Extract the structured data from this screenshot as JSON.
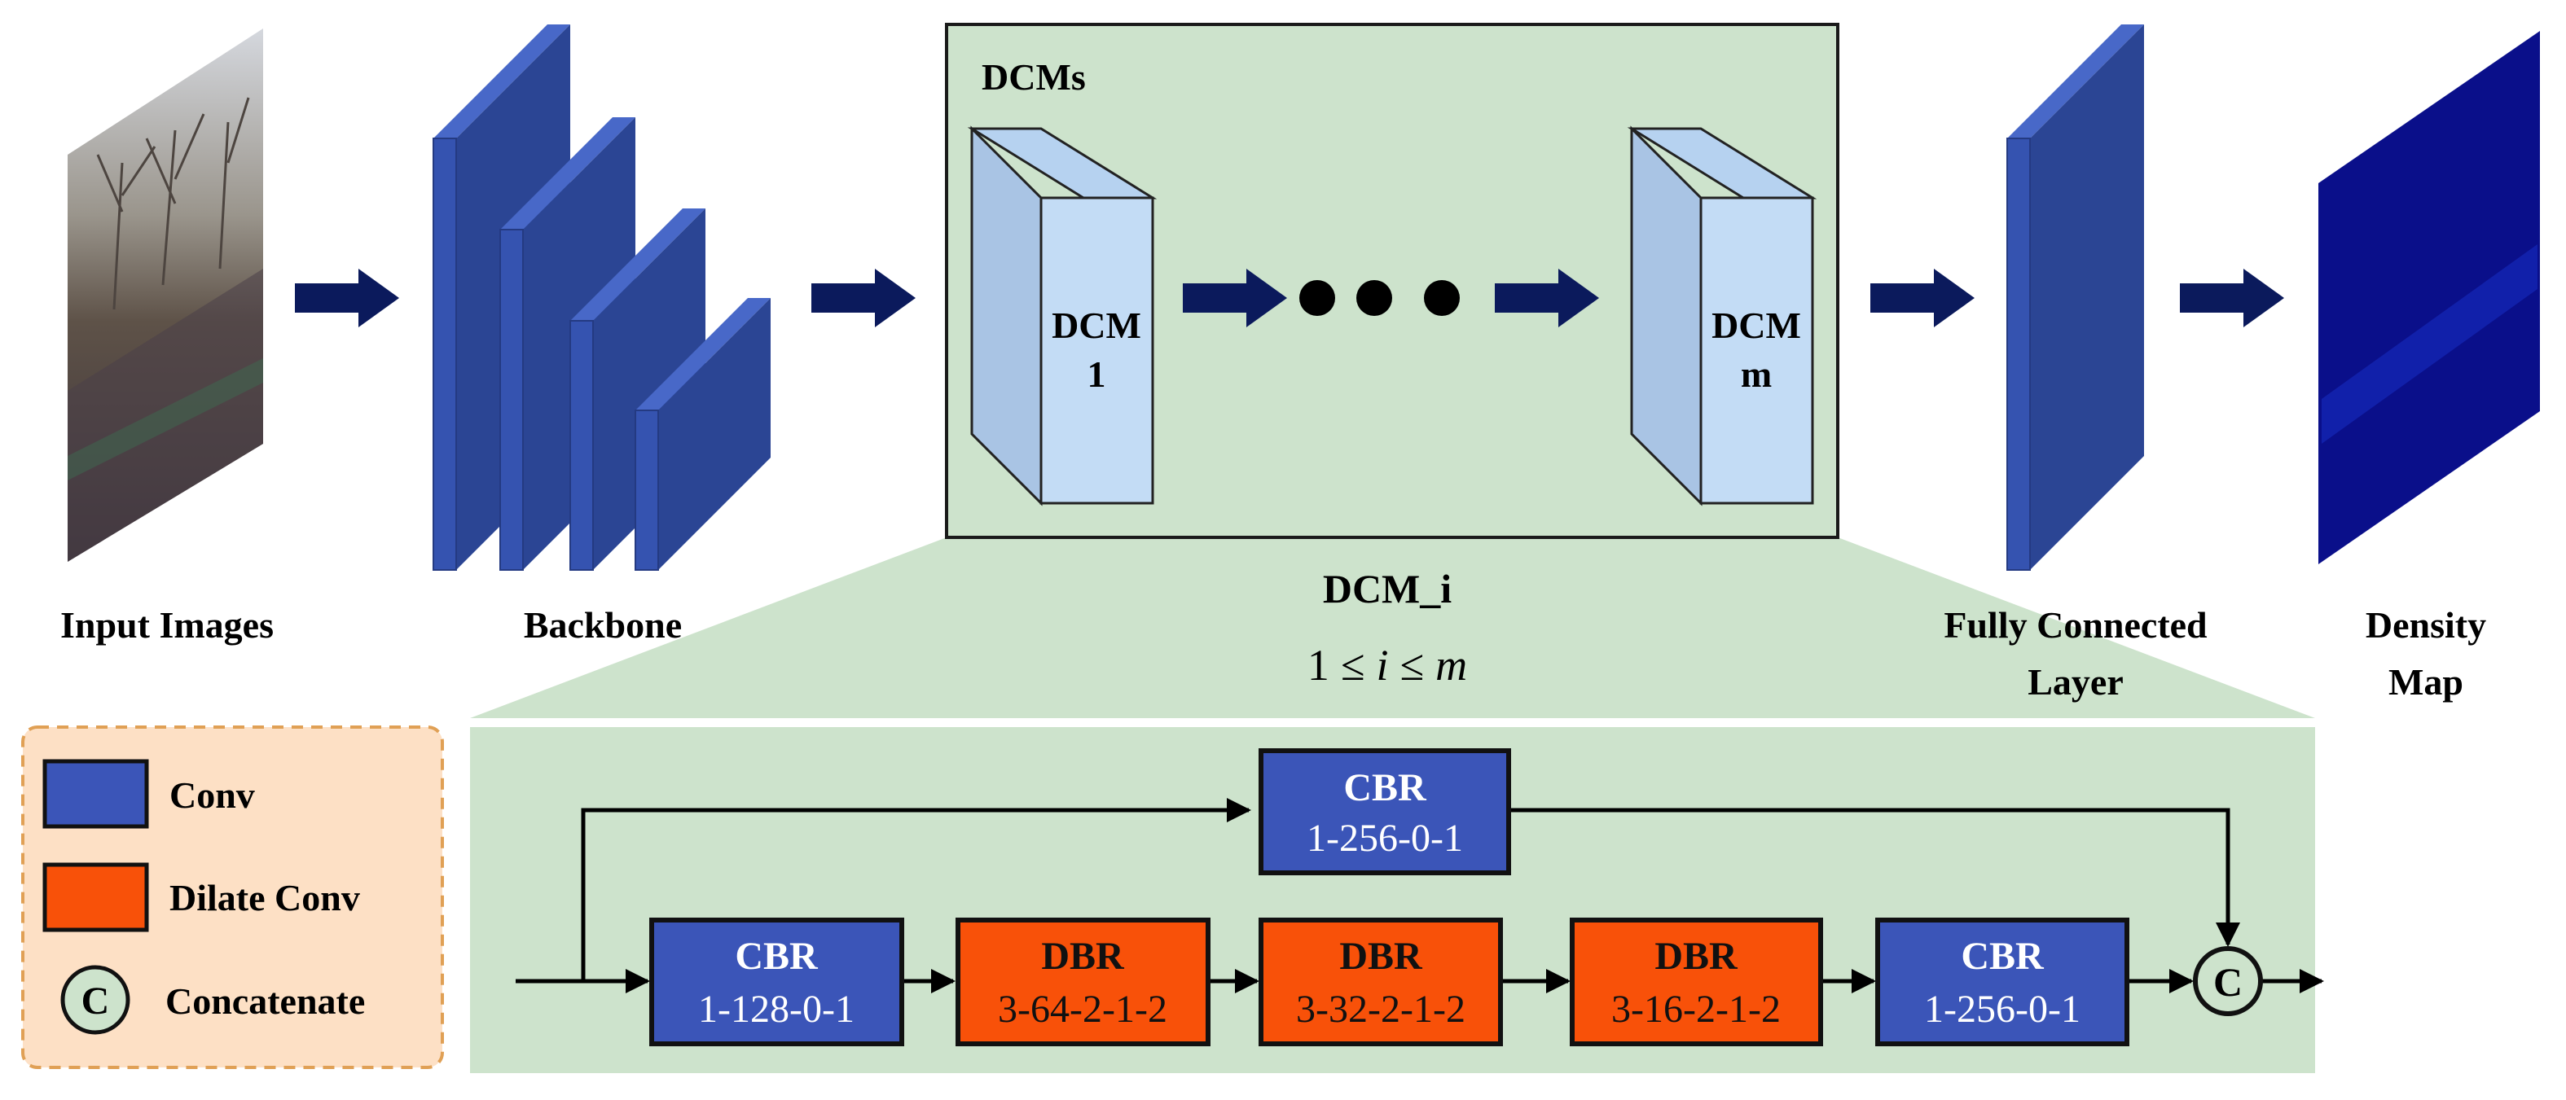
{
  "colors": {
    "conv": "#3b55b8",
    "dilate_conv": "#f85109",
    "dark_arrow": "#0b1a5c",
    "green_panel": "#cde3cc",
    "legend_bg": "#fde0c5",
    "legend_border": "#e0a055",
    "cube_front": "#c3dcf5",
    "cube_side": "#a9c4e4",
    "backbone_front": "#3553b0",
    "backbone_side": "#2b4594",
    "density_map": "#0a0f8a"
  },
  "labels": {
    "input_images": "Input Images",
    "backbone": "Backbone",
    "dcms": "DCMs",
    "dcm_1_line1": "DCM",
    "dcm_1_line2": "1",
    "dcm_m_line1": "DCM",
    "dcm_m_line2": "m",
    "dcm_i": "DCM_i",
    "range_1": "1",
    "range_le": "≤",
    "range_i": "i",
    "range_m": "m",
    "fc_line1": "Fully Connected",
    "fc_line2": "Layer",
    "density_line1": "Density",
    "density_line2": "Map"
  },
  "legend": {
    "conv": "Conv",
    "dilate_conv": "Dilate Conv",
    "concatenate": "Concatenate",
    "concat_symbol": "C"
  },
  "dcm_blocks": {
    "skip": {
      "title": "CBR",
      "params": "1-256-0-1"
    },
    "main": [
      {
        "title": "CBR",
        "params": "1-128-0-1",
        "kind": "conv"
      },
      {
        "title": "DBR",
        "params": "3-64-2-1-2",
        "kind": "dilate_conv"
      },
      {
        "title": "DBR",
        "params": "3-32-2-1-2",
        "kind": "dilate_conv"
      },
      {
        "title": "DBR",
        "params": "3-16-2-1-2",
        "kind": "dilate_conv"
      },
      {
        "title": "CBR",
        "params": "1-256-0-1",
        "kind": "conv"
      }
    ],
    "concat_symbol": "C"
  }
}
